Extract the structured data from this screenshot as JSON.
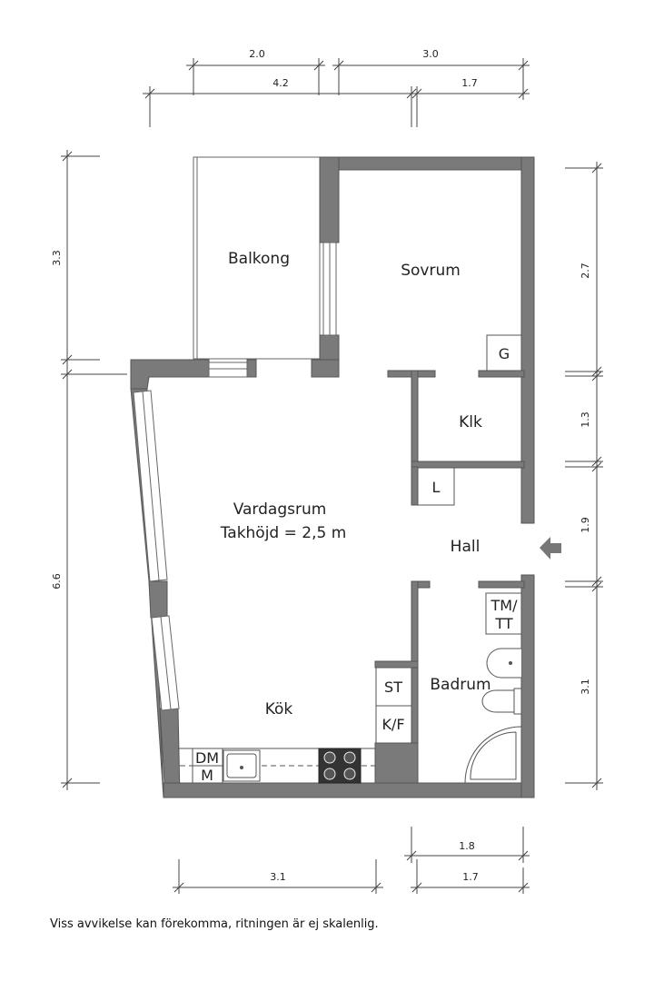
{
  "rooms": {
    "balkong": "Balkong",
    "sovrum": "Sovrum",
    "klk": "Klk",
    "vardagsrum": "Vardagsrum",
    "takhojd": "Takhöjd = 2,5 m",
    "hall": "Hall",
    "badrum": "Badrum",
    "kok": "Kök"
  },
  "fixtures": {
    "g": "G",
    "l": "L",
    "tm": "TM/",
    "tt": "TT",
    "st": "ST",
    "kf": "K/F",
    "dm": "DM",
    "m": "M"
  },
  "dimensions": {
    "top_2_0": "2.0",
    "top_3_0": "3.0",
    "top_4_2": "4.2",
    "top_1_7": "1.7",
    "left_3_3": "3.3",
    "left_6_6": "6.6",
    "right_2_7": "2.7",
    "right_1_3": "1.3",
    "right_1_9": "1.9",
    "right_3_1": "3.1",
    "bottom_1_8": "1.8",
    "bottom_1_7": "1.7",
    "bottom_3_1": "3.1"
  },
  "disclaimer": "Viss avvikelse kan förekomma, ritningen är ej skalenlig."
}
